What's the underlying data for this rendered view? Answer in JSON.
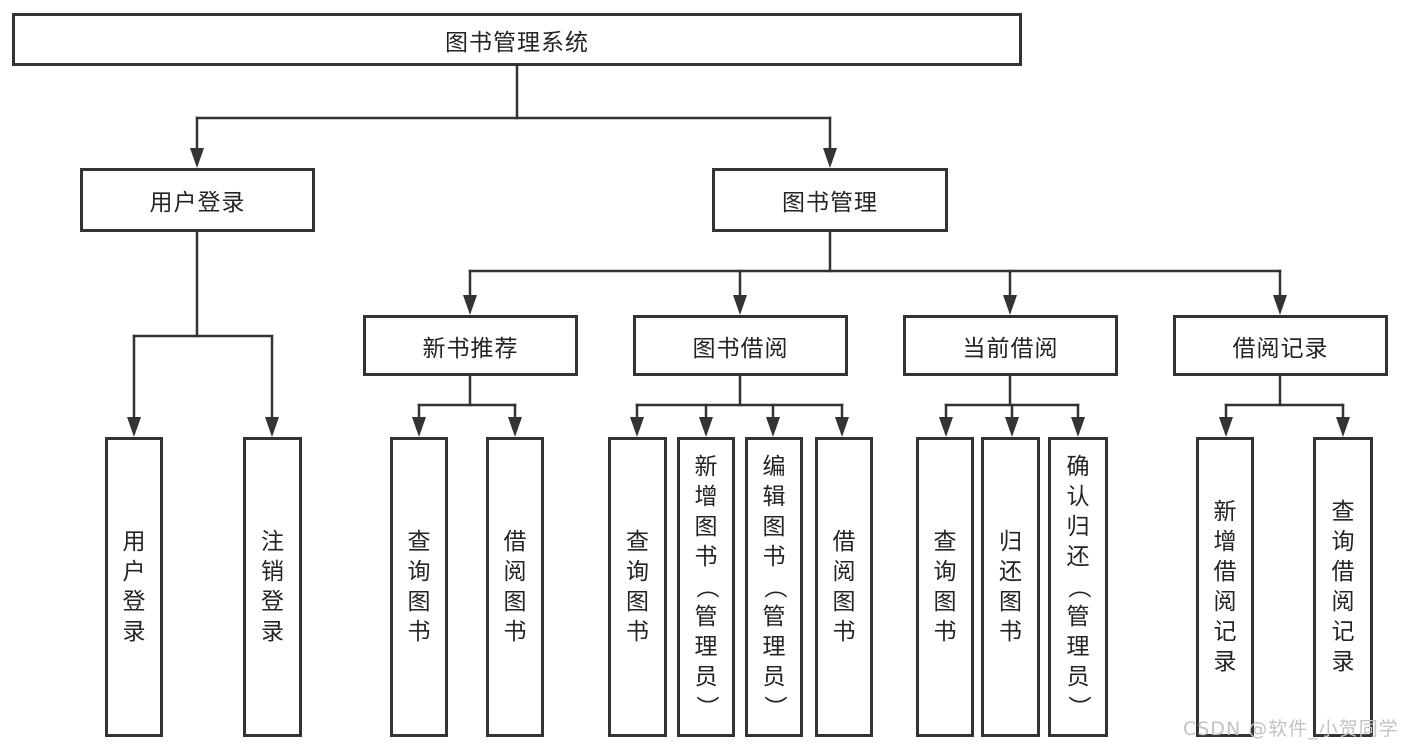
{
  "page": {
    "background_color": "#ffffff",
    "line_color": "#333333",
    "text_color": "#242424"
  },
  "tree": {
    "label": "图书管理系统",
    "children": [
      {
        "label": "用户登录",
        "children": [
          {
            "label": "用户登录"
          },
          {
            "label": "注销登录"
          }
        ]
      },
      {
        "label": "图书管理",
        "children": [
          {
            "label": "新书推荐",
            "children": [
              {
                "label": "查询图书"
              },
              {
                "label": "借阅图书"
              }
            ]
          },
          {
            "label": "图书借阅",
            "children": [
              {
                "label": "查询图书"
              },
              {
                "label": "新增图书（管理员）"
              },
              {
                "label": "编辑图书（管理员）"
              },
              {
                "label": "借阅图书"
              }
            ]
          },
          {
            "label": "当前借阅",
            "children": [
              {
                "label": "查询图书"
              },
              {
                "label": "归还图书"
              },
              {
                "label": "确认归还（管理员）"
              }
            ]
          },
          {
            "label": "借阅记录",
            "children": [
              {
                "label": "新增借阅记录"
              },
              {
                "label": "查询借阅记录"
              }
            ]
          }
        ]
      }
    ]
  },
  "watermark": {
    "text": "CSDN @软件_小贺同学",
    "color": "#c3c3c3"
  }
}
